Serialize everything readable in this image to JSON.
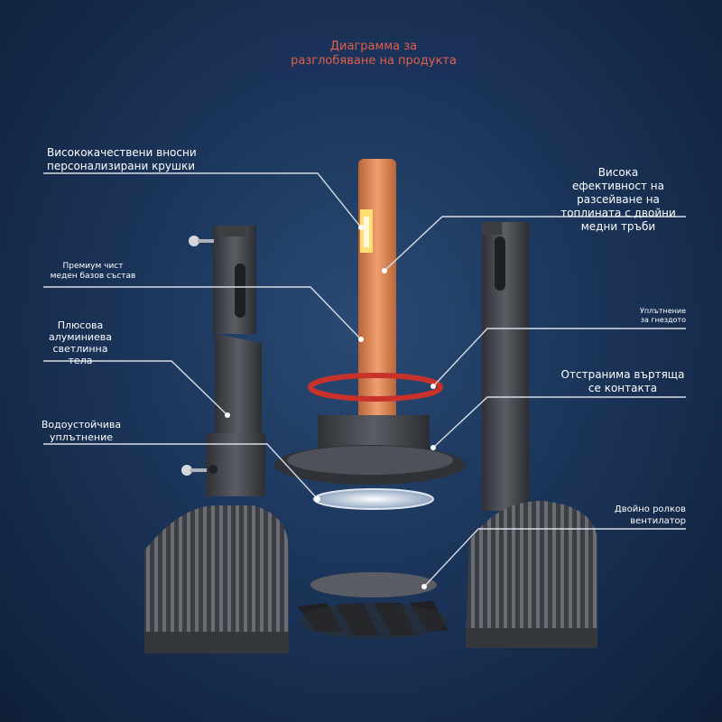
{
  "title": {
    "line1": "Диаграмма за",
    "line2": "разглобяване на продукта"
  },
  "labels": {
    "bulbs": {
      "line1": "Висококачествени вносни",
      "line2": "персонализирани крушки"
    },
    "copper_base": {
      "line1": "Премиум чист",
      "line2": "меден базов състав"
    },
    "aluminum_body": {
      "line1": "Плюсова",
      "line2": "алуминиева",
      "line3": "светлинна",
      "line4": "тела"
    },
    "waterproof_seal": {
      "line1": "Водоустойчива",
      "line2": "уплътнение"
    },
    "heat_dissipation": {
      "line1": "Висока",
      "line2": "ефективност на",
      "line3": "разсейване на",
      "line4": "топлината с двойни",
      "line5": "медни тръби"
    },
    "socket_seal": {
      "line1": "Уплътнение",
      "line2": "за гнездото"
    },
    "rotating_contact": {
      "line1": "Отстранима въртяща",
      "line2": "се контакта"
    },
    "fan": {
      "line1": "Двойно ролков",
      "line2": "вентилатор"
    }
  },
  "colors": {
    "background": "#1b355a",
    "title_text": "#e06048",
    "label_text": "#ffffff",
    "copper": "#d9865a",
    "oring": "#c8322a",
    "metal": "#4a4d52"
  }
}
